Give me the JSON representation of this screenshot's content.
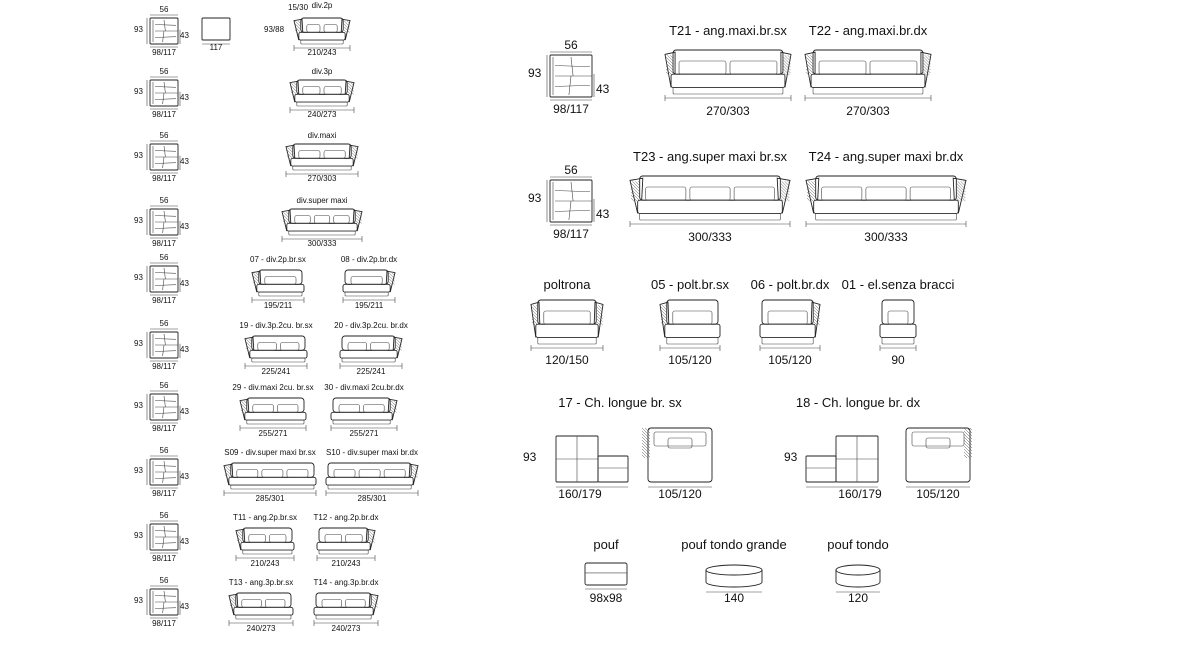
{
  "colors": {
    "line": "#222222",
    "text": "#111111",
    "background": "#ffffff"
  },
  "left_column": {
    "side_view": {
      "depth": "56",
      "height": "93",
      "seat": "43",
      "depth_range": "98/117"
    },
    "first_row": {
      "height_pair": "93/88",
      "arm": "15/30",
      "extra_width": "117"
    },
    "rows": [
      {
        "items": [
          {
            "title": "div.2p",
            "width": "210/243"
          }
        ]
      },
      {
        "items": [
          {
            "title": "div.3p",
            "width": "240/273"
          }
        ]
      },
      {
        "items": [
          {
            "title": "div.maxi",
            "width": "270/303"
          }
        ]
      },
      {
        "items": [
          {
            "title": "div.super maxi",
            "width": "300/333"
          }
        ]
      },
      {
        "items": [
          {
            "title": "07 - div.2p.br.sx",
            "width": "195/211"
          },
          {
            "title": "08 - div.2p.br.dx",
            "width": "195/211"
          }
        ]
      },
      {
        "items": [
          {
            "title": "19 - div.3p.2cu. br.sx",
            "width": "225/241"
          },
          {
            "title": "20 - div.3p.2cu. br.dx",
            "width": "225/241"
          }
        ]
      },
      {
        "items": [
          {
            "title": "29 - div.maxi 2cu. br.sx",
            "width": "255/271"
          },
          {
            "title": "30 - div.maxi 2cu.br.dx",
            "width": "255/271"
          }
        ]
      },
      {
        "items": [
          {
            "title": "S09 - div.super maxi br.sx",
            "width": "285/301"
          },
          {
            "title": "S10 - div.super maxi br.dx",
            "width": "285/301"
          }
        ]
      },
      {
        "items": [
          {
            "title": "T11 - ang.2p.br.sx",
            "width": "210/243"
          },
          {
            "title": "T12 - ang.2p.br.dx",
            "width": "210/243"
          }
        ]
      },
      {
        "items": [
          {
            "title": "T13 - ang.3p.br.sx",
            "width": "240/273"
          },
          {
            "title": "T14 - ang.3p.br.dx",
            "width": "240/273"
          }
        ]
      }
    ]
  },
  "right_panel": {
    "side_view": {
      "depth": "56",
      "height": "93",
      "seat": "43",
      "depth_range": "98/117"
    },
    "corner_row_1": [
      {
        "title": "T21 - ang.maxi.br.sx",
        "width": "270/303"
      },
      {
        "title": "T22 - ang.maxi.br.dx",
        "width": "270/303"
      }
    ],
    "corner_row_2": [
      {
        "title": "T23 - ang.super maxi br.sx",
        "width": "300/333"
      },
      {
        "title": "T24 - ang.super maxi br.dx",
        "width": "300/333"
      }
    ],
    "armchairs": [
      {
        "title": "poltrona",
        "width": "120/150"
      },
      {
        "title": "05 - polt.br.sx",
        "width": "105/120"
      },
      {
        "title": "06 - polt.br.dx",
        "width": "105/120"
      },
      {
        "title": "01 - el.senza bracci",
        "width": "90"
      }
    ],
    "chaise_longues": [
      {
        "title": "17 - Ch. longue br. sx",
        "height": "93",
        "side_width": "160/179",
        "top_width": "105/120"
      },
      {
        "title": "18 - Ch. longue br. dx",
        "height": "93",
        "side_width": "160/179",
        "top_width": "105/120"
      }
    ],
    "poufs": [
      {
        "title": "pouf",
        "size": "98x98"
      },
      {
        "title": "pouf tondo grande",
        "size": "140"
      },
      {
        "title": "pouf tondo",
        "size": "120"
      }
    ]
  }
}
